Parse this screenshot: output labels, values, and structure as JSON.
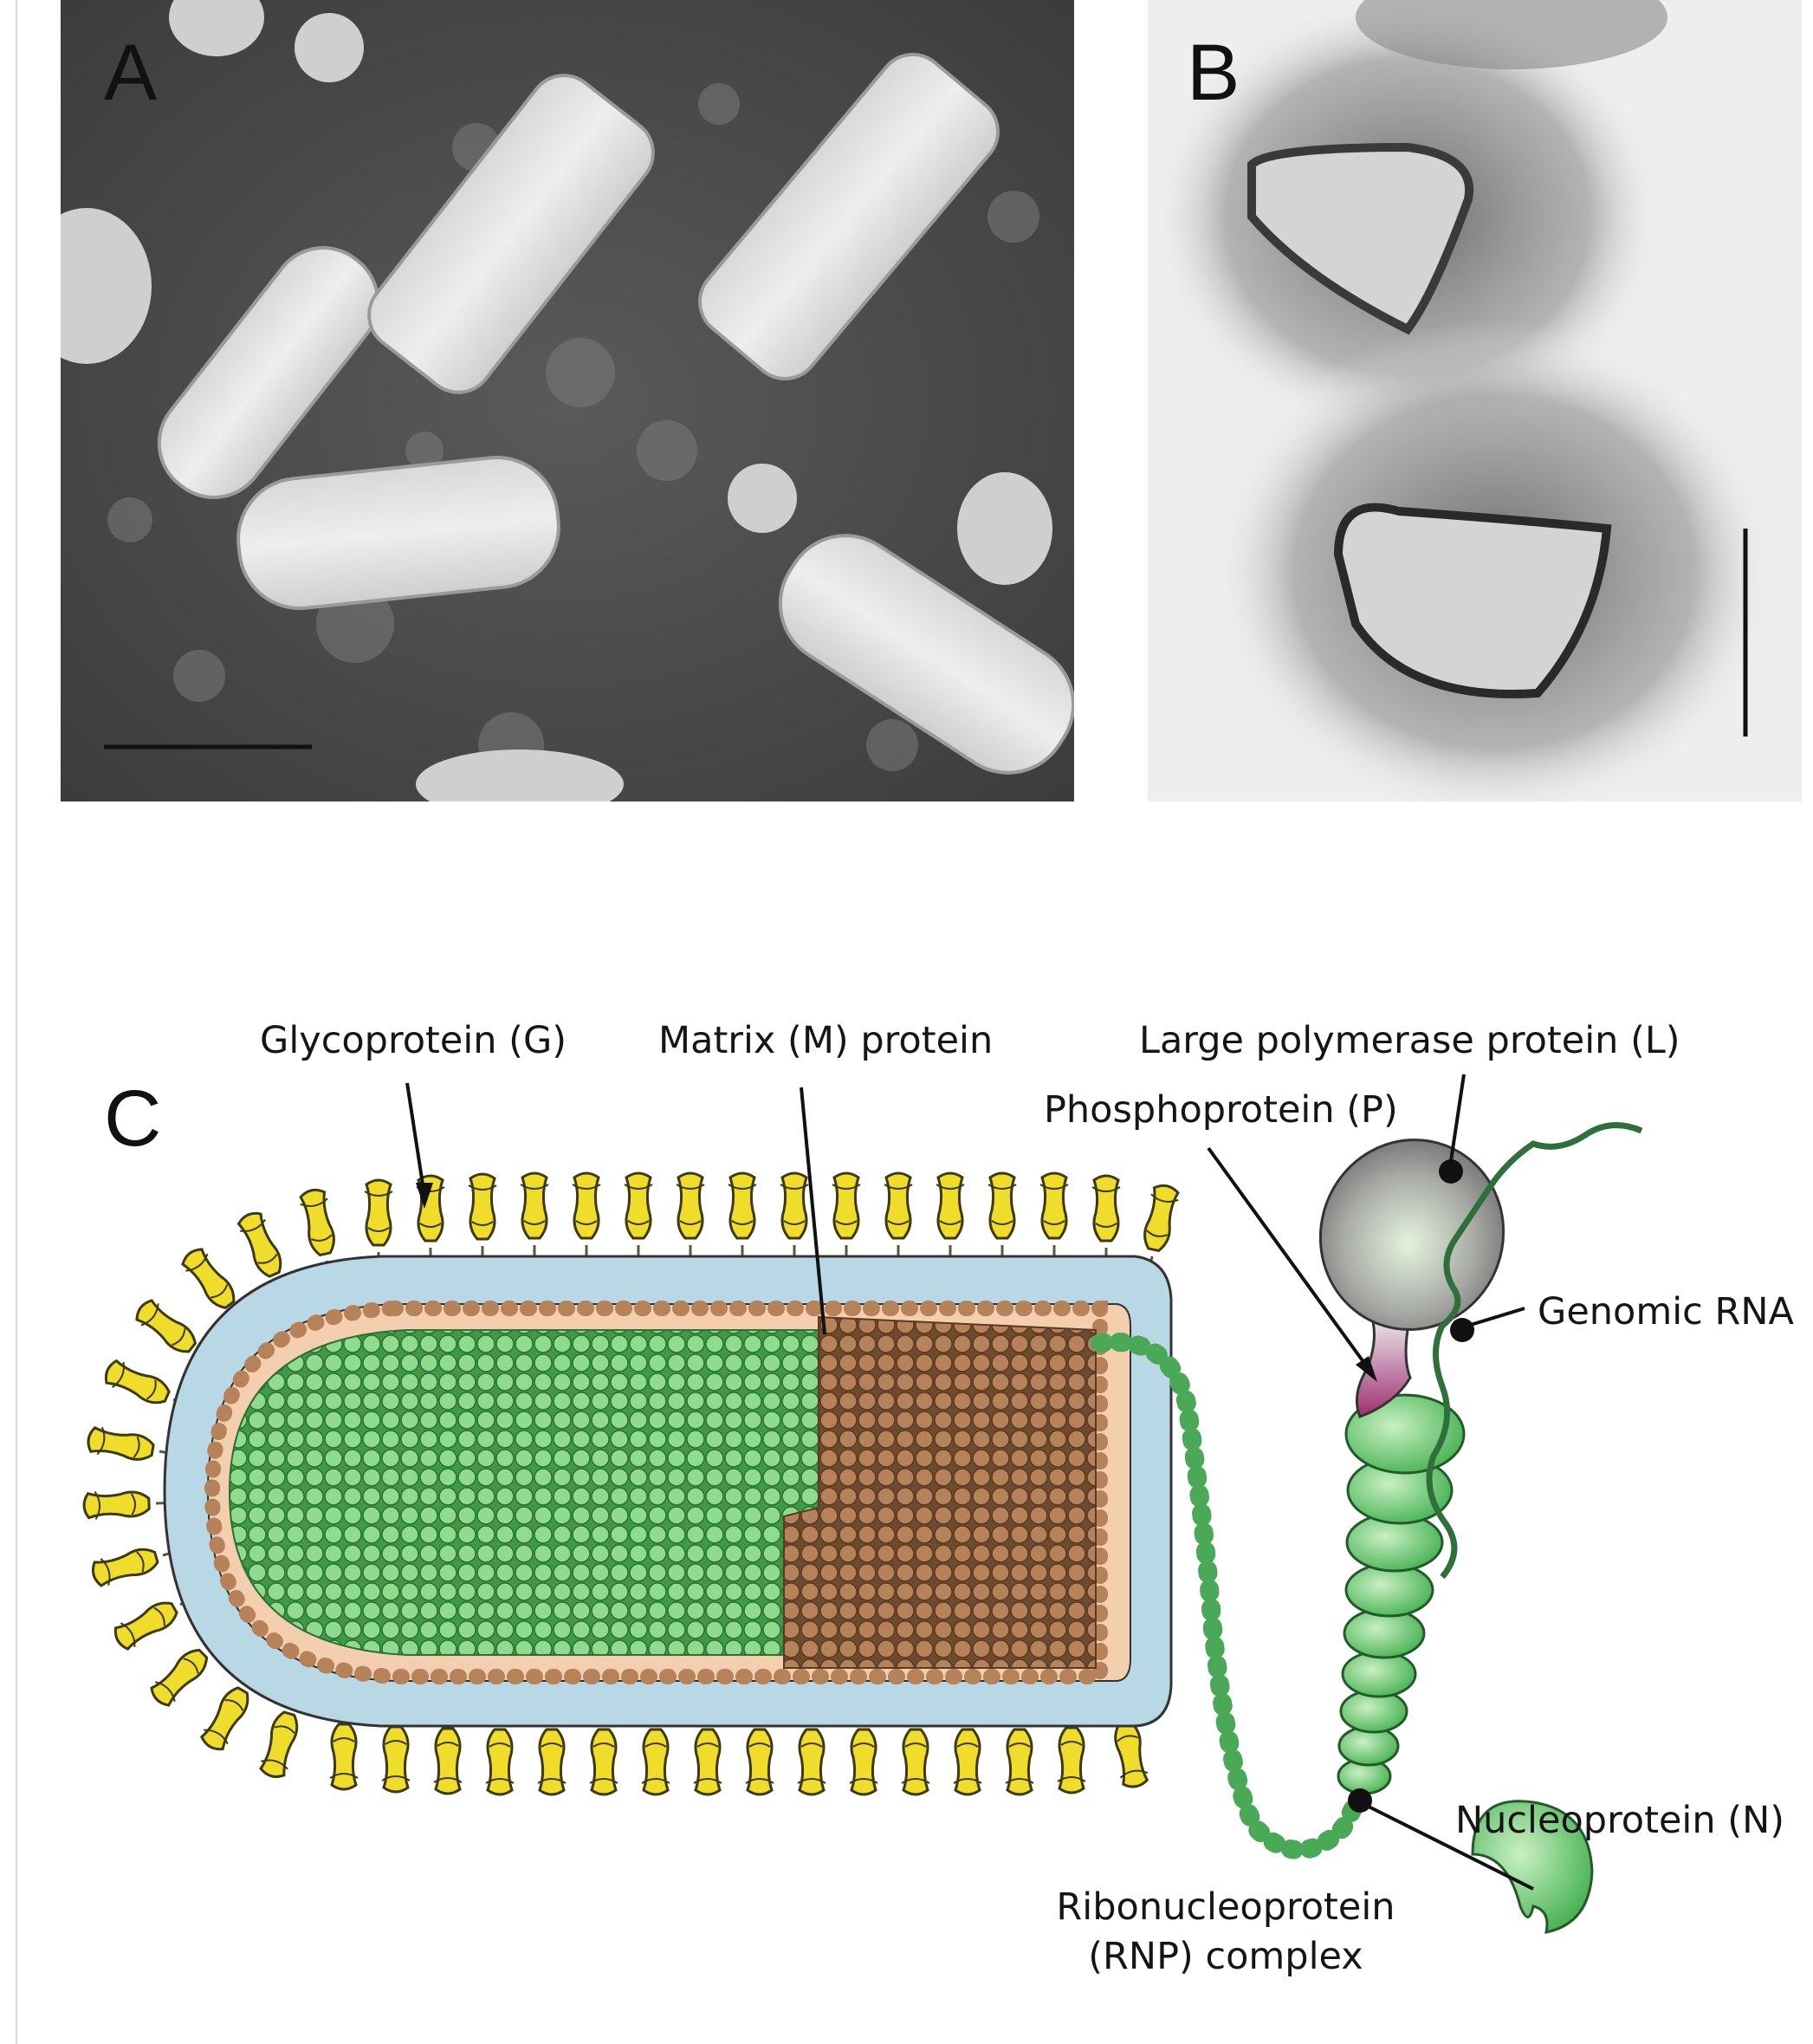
{
  "panels": {
    "a_letter": "A",
    "b_letter": "B",
    "c_letter": "C"
  },
  "labels": {
    "glycoprotein": "Glycoprotein (G)",
    "matrix": "Matrix (M) protein",
    "large_polymerase": "Large polymerase protein (L)",
    "phosphoprotein": "Phosphoprotein (P)",
    "genomic_rna": "Genomic RNA",
    "nucleoprotein": "Nucleoprotein (N)",
    "rnp_line1": "Ribonucleoprotein",
    "rnp_line2": "(RNP) complex"
  },
  "colors": {
    "glycoprotein": "#f0dc2a",
    "membrane": "#b9d8e6",
    "matrix": "#b07a52",
    "nucleocapsid": "#7fd08a",
    "inner": "#f3cfb0",
    "polymerase": "#8a8a8a",
    "phosphoprotein": "#a0306e"
  }
}
